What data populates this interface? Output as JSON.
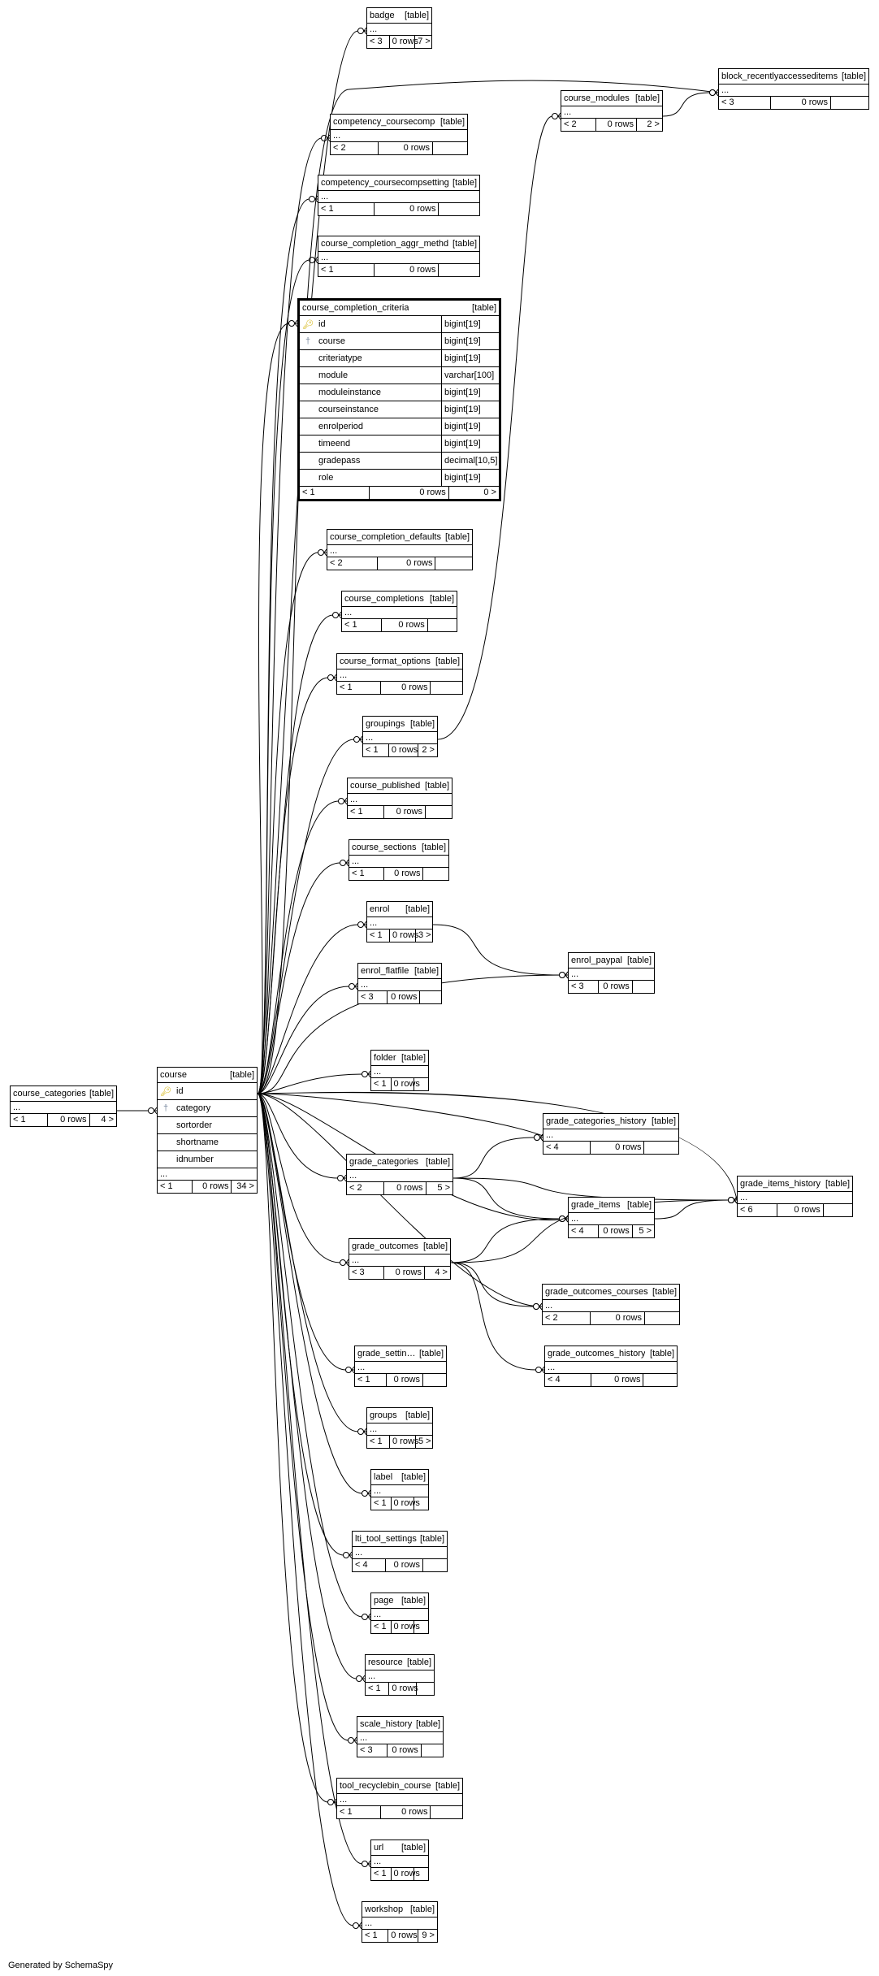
{
  "tables": [
    {
      "id": "badge",
      "name": "badge",
      "tag": "[table]",
      "ellipsis": "...",
      "children": "< 3",
      "rows": "0 rows",
      "parents": "7 >"
    },
    {
      "id": "block_recently",
      "name": "block_recentlyaccesseditems",
      "tag": "[table]",
      "ellipsis": "...",
      "children": "< 3",
      "rows": "0 rows",
      "parents": ""
    },
    {
      "id": "course_modules",
      "name": "course_modules",
      "tag": "[table]",
      "ellipsis": "...",
      "children": "< 2",
      "rows": "0 rows",
      "parents": "2 >"
    },
    {
      "id": "competency_cc",
      "name": "competency_coursecomp",
      "tag": "[table]",
      "ellipsis": "...",
      "children": "< 2",
      "rows": "0 rows",
      "parents": ""
    },
    {
      "id": "competency_ccs",
      "name": "competency_coursecompsetting",
      "tag": "[table]",
      "ellipsis": "...",
      "children": "< 1",
      "rows": "0 rows",
      "parents": ""
    },
    {
      "id": "cc_aggr",
      "name": "course_completion_aggr_methd",
      "tag": "[table]",
      "ellipsis": "...",
      "children": "< 1",
      "rows": "0 rows",
      "parents": ""
    },
    {
      "id": "cc_defaults",
      "name": "course_completion_defaults",
      "tag": "[table]",
      "ellipsis": "...",
      "children": "< 2",
      "rows": "0 rows",
      "parents": ""
    },
    {
      "id": "course_completions",
      "name": "course_completions",
      "tag": "[table]",
      "ellipsis": "...",
      "children": "< 1",
      "rows": "0 rows",
      "parents": ""
    },
    {
      "id": "cf_options",
      "name": "course_format_options",
      "tag": "[table]",
      "ellipsis": "...",
      "children": "< 1",
      "rows": "0 rows",
      "parents": ""
    },
    {
      "id": "groupings",
      "name": "groupings",
      "tag": "[table]",
      "ellipsis": "...",
      "children": "< 1",
      "rows": "0 rows",
      "parents": "2 >"
    },
    {
      "id": "course_published",
      "name": "course_published",
      "tag": "[table]",
      "ellipsis": "...",
      "children": "< 1",
      "rows": "0 rows",
      "parents": ""
    },
    {
      "id": "course_sections",
      "name": "course_sections",
      "tag": "[table]",
      "ellipsis": "...",
      "children": "< 1",
      "rows": "0 rows",
      "parents": ""
    },
    {
      "id": "enrol",
      "name": "enrol",
      "tag": "[table]",
      "ellipsis": "...",
      "children": "< 1",
      "rows": "0 rows",
      "parents": "3 >"
    },
    {
      "id": "enrol_flatfile",
      "name": "enrol_flatfile",
      "tag": "[table]",
      "ellipsis": "...",
      "children": "< 3",
      "rows": "0 rows",
      "parents": ""
    },
    {
      "id": "enrol_paypal",
      "name": "enrol_paypal",
      "tag": "[table]",
      "ellipsis": "...",
      "children": "< 3",
      "rows": "0 rows",
      "parents": ""
    },
    {
      "id": "folder",
      "name": "folder",
      "tag": "[table]",
      "ellipsis": "...",
      "children": "< 1",
      "rows": "0 rows",
      "parents": ""
    },
    {
      "id": "course_categories",
      "name": "course_categories",
      "tag": "[table]",
      "ellipsis": "...",
      "children": "< 1",
      "rows": "0 rows",
      "parents": "4 >"
    },
    {
      "id": "grade_cat_hist",
      "name": "grade_categories_history",
      "tag": "[table]",
      "ellipsis": "...",
      "children": "< 4",
      "rows": "0 rows",
      "parents": ""
    },
    {
      "id": "grade_categories",
      "name": "grade_categories",
      "tag": "[table]",
      "ellipsis": "...",
      "children": "< 2",
      "rows": "0 rows",
      "parents": "5 >"
    },
    {
      "id": "grade_items_hist",
      "name": "grade_items_history",
      "tag": "[table]",
      "ellipsis": "...",
      "children": "< 6",
      "rows": "0 rows",
      "parents": ""
    },
    {
      "id": "grade_items",
      "name": "grade_items",
      "tag": "[table]",
      "ellipsis": "...",
      "children": "< 4",
      "rows": "0 rows",
      "parents": "5 >"
    },
    {
      "id": "grade_outcomes",
      "name": "grade_outcomes",
      "tag": "[table]",
      "ellipsis": "...",
      "children": "< 3",
      "rows": "0 rows",
      "parents": "4 >"
    },
    {
      "id": "go_courses",
      "name": "grade_outcomes_courses",
      "tag": "[table]",
      "ellipsis": "...",
      "children": "< 2",
      "rows": "0 rows",
      "parents": ""
    },
    {
      "id": "go_history",
      "name": "grade_outcomes_history",
      "tag": "[table]",
      "ellipsis": "...",
      "children": "< 4",
      "rows": "0 rows",
      "parents": ""
    },
    {
      "id": "grade_settings",
      "name": "grade_settings",
      "tag": "[table]",
      "ellipsis": "...",
      "children": "< 1",
      "rows": "0 rows",
      "parents": ""
    },
    {
      "id": "groups",
      "name": "groups",
      "tag": "[table]",
      "ellipsis": "...",
      "children": "< 1",
      "rows": "0 rows",
      "parents": "5 >"
    },
    {
      "id": "label",
      "name": "label",
      "tag": "[table]",
      "ellipsis": "...",
      "children": "< 1",
      "rows": "0 rows",
      "parents": ""
    },
    {
      "id": "lti_tool",
      "name": "lti_tool_settings",
      "tag": "[table]",
      "ellipsis": "...",
      "children": "< 4",
      "rows": "0 rows",
      "parents": ""
    },
    {
      "id": "page",
      "name": "page",
      "tag": "[table]",
      "ellipsis": "...",
      "children": "< 1",
      "rows": "0 rows",
      "parents": ""
    },
    {
      "id": "resource",
      "name": "resource",
      "tag": "[table]",
      "ellipsis": "...",
      "children": "< 1",
      "rows": "0 rows",
      "parents": ""
    },
    {
      "id": "scale_history",
      "name": "scale_history",
      "tag": "[table]",
      "ellipsis": "...",
      "children": "< 3",
      "rows": "0 rows",
      "parents": ""
    },
    {
      "id": "tool_recycle",
      "name": "tool_recyclebin_course",
      "tag": "[table]",
      "ellipsis": "...",
      "children": "< 1",
      "rows": "0 rows",
      "parents": ""
    },
    {
      "id": "url",
      "name": "url",
      "tag": "[table]",
      "ellipsis": "...",
      "children": "< 1",
      "rows": "0 rows",
      "parents": ""
    },
    {
      "id": "workshop",
      "name": "workshop",
      "tag": "[table]",
      "ellipsis": "...",
      "children": "< 1",
      "rows": "0 rows",
      "parents": "9 >"
    }
  ],
  "course": {
    "name": "course",
    "tag": "[table]",
    "columns": [
      {
        "name": "id",
        "key": "pk"
      },
      {
        "name": "category",
        "key": "fk"
      },
      {
        "name": "sortorder",
        "key": ""
      },
      {
        "name": "shortname",
        "key": ""
      },
      {
        "name": "idnumber",
        "key": ""
      }
    ],
    "ellipsis": "...",
    "children": "< 1",
    "rows": "0 rows",
    "parents": "34 >"
  },
  "focus": {
    "name": "course_completion_criteria",
    "tag": "[table]",
    "columns": [
      {
        "name": "id",
        "type": "bigint[19]",
        "key": "pk"
      },
      {
        "name": "course",
        "type": "bigint[19]",
        "key": "fk"
      },
      {
        "name": "criteriatype",
        "type": "bigint[19]",
        "key": ""
      },
      {
        "name": "module",
        "type": "varchar[100]",
        "key": ""
      },
      {
        "name": "moduleinstance",
        "type": "bigint[19]",
        "key": ""
      },
      {
        "name": "courseinstance",
        "type": "bigint[19]",
        "key": ""
      },
      {
        "name": "enrolperiod",
        "type": "bigint[19]",
        "key": ""
      },
      {
        "name": "timeend",
        "type": "bigint[19]",
        "key": ""
      },
      {
        "name": "gradepass",
        "type": "decimal[10,5]",
        "key": ""
      },
      {
        "name": "role",
        "type": "bigint[19]",
        "key": ""
      }
    ],
    "children": "< 1",
    "rows": "0 rows",
    "parents": "0 >"
  },
  "key_icons": {
    "pk": "primary-key-icon",
    "fk": "foreign-key-icon"
  },
  "footer": {
    "credit": "Generated by SchemaSpy"
  }
}
